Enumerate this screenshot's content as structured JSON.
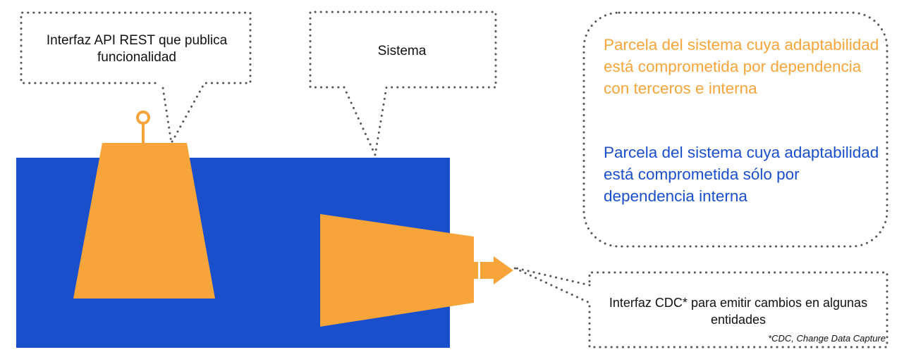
{
  "callouts": {
    "api": "Interfaz API REST que publica funcionalidad",
    "system": "Sistema",
    "cdc": "Interfaz CDC* para emitir cambios en algunas entidades",
    "cdc_footnote": "*CDC, Change Data Capture"
  },
  "legend": {
    "orange_text": "Parcela del sistema cuya adaptabilidad está comprometida por dependencia con terceros e interna",
    "blue_text": "Parcela del sistema cuya adaptabilidad está comprometida sólo por dependencia interna"
  },
  "colors": {
    "system_blue": "#1a4fcc",
    "component_orange": "#f7a53a",
    "dotted_border": "#555555"
  }
}
